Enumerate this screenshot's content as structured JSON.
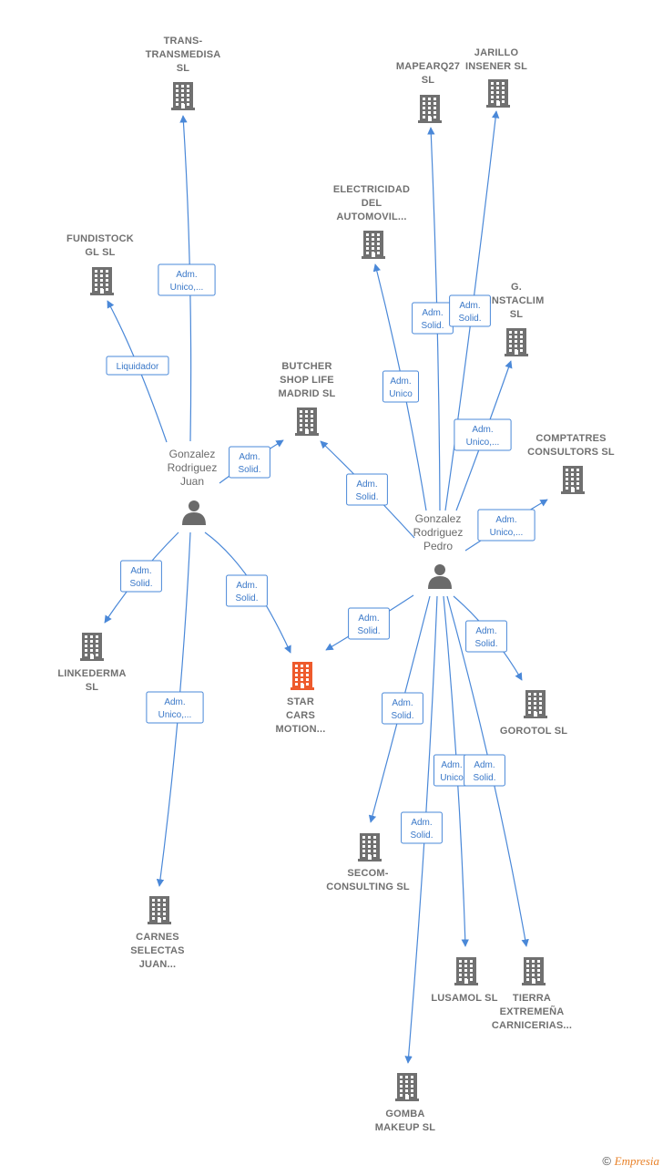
{
  "colors": {
    "edge": "#4a88d8",
    "company": "#707070",
    "focus": "#ee5a2c",
    "person": "#6a6a6a"
  },
  "nodes": [
    {
      "id": "trans",
      "type": "company",
      "lines": [
        "TRANS-",
        "TRANSMEDISA",
        "SL"
      ]
    },
    {
      "id": "fundistock",
      "type": "company",
      "lines": [
        "FUNDISTOCK",
        "GL  SL"
      ]
    },
    {
      "id": "butcher",
      "type": "company",
      "lines": [
        "BUTCHER",
        "SHOP LIFE",
        "MADRID  SL"
      ]
    },
    {
      "id": "electricidad",
      "type": "company",
      "lines": [
        "ELECTRICIDAD",
        "DEL",
        "AUTOMOVIL..."
      ]
    },
    {
      "id": "mapearq",
      "type": "company",
      "lines": [
        "MAPEARQ27",
        "SL"
      ]
    },
    {
      "id": "jarillo",
      "type": "company",
      "lines": [
        "JARILLO",
        "INSENER SL"
      ]
    },
    {
      "id": "ginstaclim",
      "type": "company",
      "lines": [
        "G.",
        "INSTACLIM",
        "SL"
      ]
    },
    {
      "id": "comptatres",
      "type": "company",
      "lines": [
        "COMPTATRES",
        "CONSULTORS SL"
      ]
    },
    {
      "id": "linkederma",
      "type": "company",
      "lines": [
        "LINKEDERMA",
        "SL"
      ]
    },
    {
      "id": "starcars",
      "type": "focus",
      "lines": [
        "STAR",
        "CARS",
        "MOTION..."
      ]
    },
    {
      "id": "gorotol",
      "type": "company",
      "lines": [
        "GOROTOL SL"
      ]
    },
    {
      "id": "secom",
      "type": "company",
      "lines": [
        "SECOM-",
        "CONSULTING SL"
      ]
    },
    {
      "id": "carnes",
      "type": "company",
      "lines": [
        "CARNES",
        "SELECTAS",
        "JUAN..."
      ]
    },
    {
      "id": "lusamol",
      "type": "company",
      "lines": [
        "LUSAMOL SL"
      ]
    },
    {
      "id": "tierra",
      "type": "company",
      "lines": [
        "TIERRA",
        "EXTREMEÑA",
        "CARNICERIAS..."
      ]
    },
    {
      "id": "gomba",
      "type": "company",
      "lines": [
        "GOMBA",
        "MAKEUP  SL"
      ]
    },
    {
      "id": "juan",
      "type": "person",
      "lines": [
        "Gonzalez",
        "Rodriguez",
        "Juan"
      ]
    },
    {
      "id": "pedro",
      "type": "person",
      "lines": [
        "Gonzalez",
        "Rodriguez",
        "Pedro"
      ]
    }
  ],
  "edges": [
    {
      "from": "juan",
      "to": "trans",
      "label": [
        "Adm.",
        "Unico,..."
      ]
    },
    {
      "from": "juan",
      "to": "fundistock",
      "label": [
        "Liquidador"
      ]
    },
    {
      "from": "juan",
      "to": "butcher",
      "label": [
        "Adm.",
        "Solid."
      ]
    },
    {
      "from": "juan",
      "to": "linkederma",
      "label": [
        "Adm.",
        "Solid."
      ]
    },
    {
      "from": "juan",
      "to": "starcars",
      "label": [
        "Adm.",
        "Solid."
      ]
    },
    {
      "from": "juan",
      "to": "carnes",
      "label": [
        "Adm.",
        "Unico,..."
      ]
    },
    {
      "from": "pedro",
      "to": "butcher",
      "label": [
        "Adm.",
        "Solid."
      ]
    },
    {
      "from": "pedro",
      "to": "electricidad",
      "label": [
        "Adm.",
        "Unico"
      ]
    },
    {
      "from": "pedro",
      "to": "mapearq",
      "label": [
        "Adm.",
        "Solid."
      ]
    },
    {
      "from": "pedro",
      "to": "jarillo",
      "label": [
        "Adm.",
        "Solid."
      ]
    },
    {
      "from": "pedro",
      "to": "ginstaclim",
      "label": [
        "Adm.",
        "Unico,..."
      ]
    },
    {
      "from": "pedro",
      "to": "comptatres",
      "label": [
        "Adm.",
        "Unico,..."
      ]
    },
    {
      "from": "pedro",
      "to": "starcars",
      "label": [
        "Adm.",
        "Solid."
      ]
    },
    {
      "from": "pedro",
      "to": "gorotol",
      "label": [
        "Adm.",
        "Solid."
      ]
    },
    {
      "from": "pedro",
      "to": "secom",
      "label": [
        "Adm.",
        "Solid."
      ]
    },
    {
      "from": "pedro",
      "to": "lusamol",
      "label": [
        "Adm.",
        "Unico"
      ]
    },
    {
      "from": "pedro",
      "to": "tierra",
      "label": [
        "Adm.",
        "Solid."
      ]
    },
    {
      "from": "pedro",
      "to": "gomba",
      "label": [
        "Adm.",
        "Solid."
      ]
    }
  ],
  "footer": {
    "copyright": "©",
    "brand": "Empresia"
  }
}
